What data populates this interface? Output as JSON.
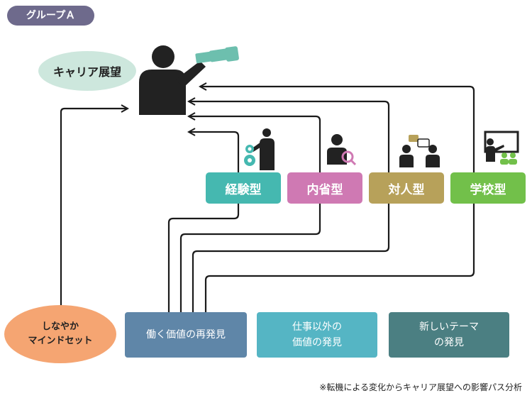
{
  "group_label": "グループＡ",
  "career_vision": "キャリア展望",
  "mindset": "しなやか\nマインドセット",
  "types": [
    {
      "label": "経験型",
      "color": "#45b8b0"
    },
    {
      "label": "内省型",
      "color": "#cf79b3"
    },
    {
      "label": "対人型",
      "color": "#b7a15a"
    },
    {
      "label": "学校型",
      "color": "#72c04a"
    }
  ],
  "bottom_boxes": [
    {
      "label": "働く価値の再発見",
      "color": "#5f86a8"
    },
    {
      "label": "仕事以外の\n価値の発見",
      "color": "#55b5c4"
    },
    {
      "label": "新しいテーマ\nの発見",
      "color": "#4b7f82"
    }
  ],
  "caption": "※転機による変化からキャリア展望への影響パス分析",
  "colors": {
    "line": "#1a1a1a",
    "telescope": "#6dbfae",
    "person": "#222222",
    "gear": "#45b8b0",
    "magnifier": "#cf79b3",
    "speech": "#b7a15a",
    "audience": "#72c04a"
  },
  "icons": [
    "telescope-person-icon",
    "gear-person-icon",
    "magnifier-person-icon",
    "conversation-icon",
    "teacher-board-icon"
  ]
}
